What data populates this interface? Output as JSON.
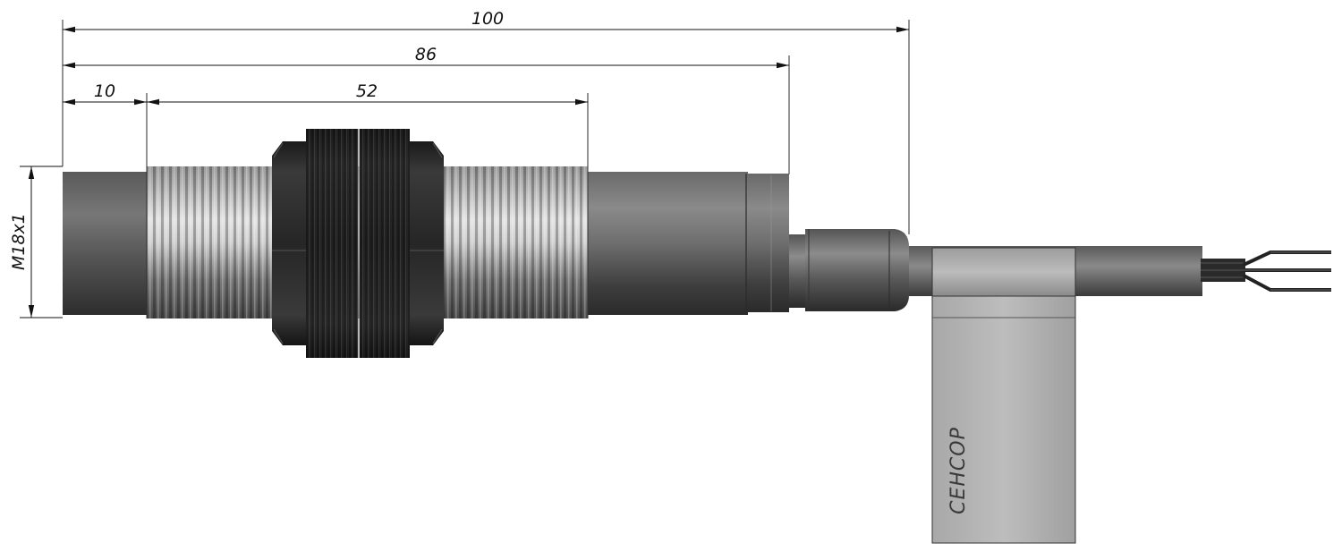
{
  "dimensions": {
    "total_length": "100",
    "body_length": "86",
    "front_plain_length": "10",
    "thread_length": "52",
    "thread_spec": "M18x1"
  },
  "tag": {
    "label": "СЕНСОР"
  },
  "colors": {
    "body_dark": "#4a4a4a",
    "body_mid": "#7a7a7a",
    "thread_light": "#c8c8c8",
    "nut_black": "#1c1c1c",
    "tag_gray": "#b8b8b8",
    "line": "#111111"
  }
}
